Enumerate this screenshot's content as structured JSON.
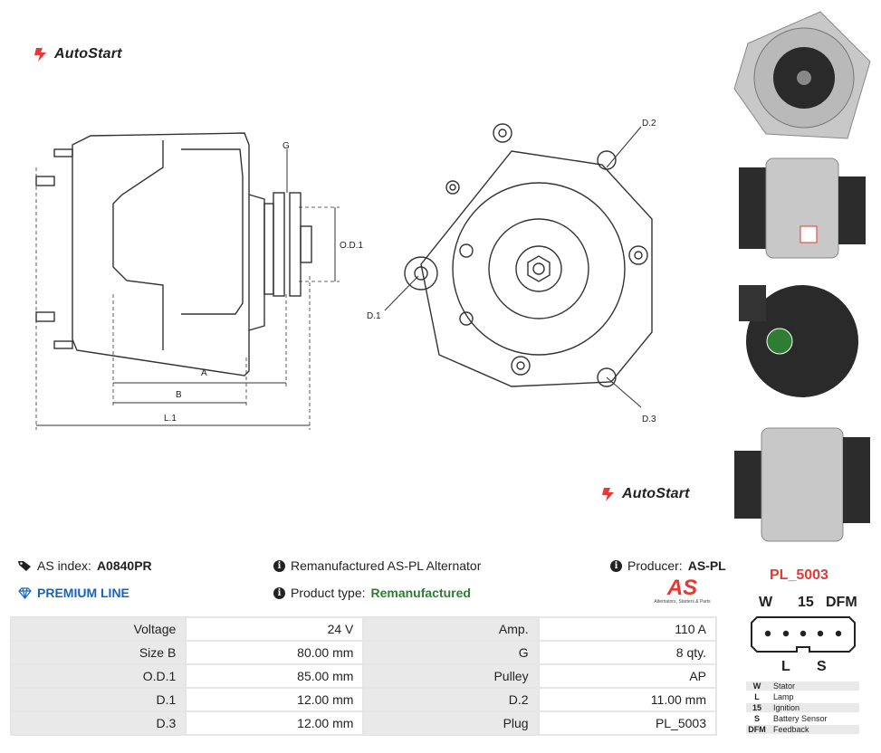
{
  "brand": {
    "name": "AutoStart",
    "color": "#e53935"
  },
  "drawing": {
    "labels": {
      "g": "G",
      "od1": "O.D.1",
      "a": "A",
      "b": "B",
      "l1": "L.1",
      "d1": "D.1",
      "d2": "D.2",
      "d3": "D.3"
    }
  },
  "info": {
    "as_index_label": "AS index:",
    "as_index_value": "A0840PR",
    "premium": "PREMIUM LINE",
    "description": "Remanufactured AS-PL Alternator",
    "product_type_label": "Product type:",
    "product_type_value": "Remanufactured",
    "producer_label": "Producer:",
    "producer_value": "AS-PL",
    "aspl_logo_text": "AS",
    "aspl_tagline": "Alternators, Starters & Parts"
  },
  "specs": [
    {
      "l1": "Voltage",
      "v1": "24 V",
      "l2": "Amp.",
      "v2": "110 A"
    },
    {
      "l1": "Size B",
      "v1": "80.00 mm",
      "l2": "G",
      "v2": "8 qty."
    },
    {
      "l1": "O.D.1",
      "v1": "85.00 mm",
      "l2": "Pulley",
      "v2": "AP"
    },
    {
      "l1": "D.1",
      "v1": "12.00 mm",
      "l2": "D.2",
      "v2": "11.00 mm"
    },
    {
      "l1": "D.3",
      "v1": "12.00 mm",
      "l2": "Plug",
      "v2": "PL_5003"
    }
  ],
  "plug": {
    "title": "PL_5003",
    "top_pins": [
      "W",
      "15",
      "DFM"
    ],
    "bottom_pins": [
      "L",
      "S"
    ],
    "legend": [
      {
        "k": "W",
        "v": "Stator"
      },
      {
        "k": "L",
        "v": "Lamp"
      },
      {
        "k": "15",
        "v": "Ignition"
      },
      {
        "k": "S",
        "v": "Battery Sensor"
      },
      {
        "k": "DFM",
        "v": "Feedback"
      }
    ]
  },
  "colors": {
    "premium": "#1565c0",
    "product_type": "#2e7d32",
    "plug_title": "#e53935"
  }
}
